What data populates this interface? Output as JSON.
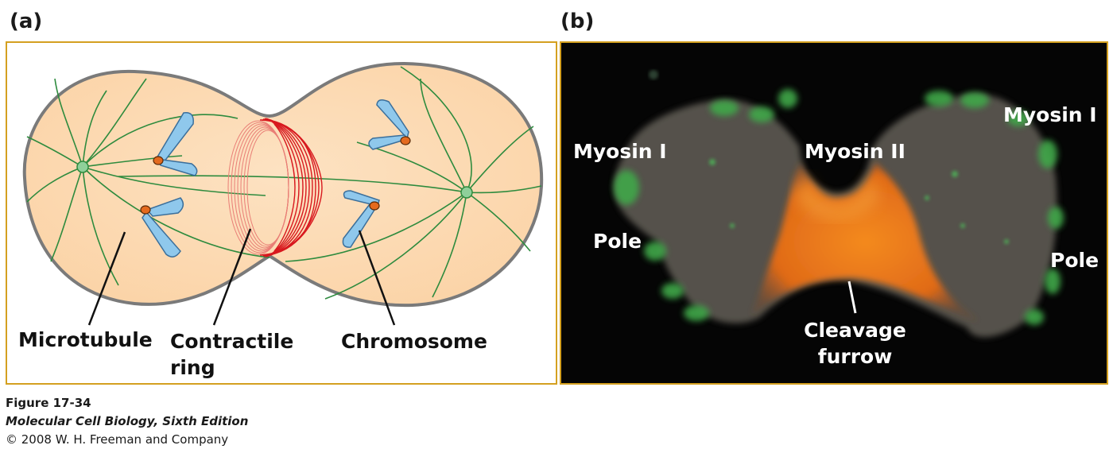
{
  "panel_a": {
    "letter": "(a)",
    "labels": {
      "microtubule": "Microtubule",
      "contractile_line1": "Contractile",
      "contractile_line2": "ring",
      "chromosome": "Chromosome"
    }
  },
  "panel_b": {
    "letter": "(b)",
    "labels": {
      "myosin1_left": "Myosin I",
      "myosin1_right": "Myosin I",
      "myosin2": "Myosin II",
      "pole_left": "Pole",
      "pole_right": "Pole",
      "cleavage_line1": "Cleavage",
      "cleavage_line2": "furrow"
    }
  },
  "caption": {
    "figure": "Figure 17-34",
    "book": "Molecular Cell Biology, Sixth Edition",
    "copyright": "© 2008 W. H. Freeman and Company"
  },
  "colors": {
    "frame": "#d4a020",
    "cell_fill": "#fbd6ad",
    "microtubule": "#2e8b3e",
    "chromosome": "#8fc8ec",
    "centromere": "#e46a1e",
    "ring": "#d8181e"
  }
}
